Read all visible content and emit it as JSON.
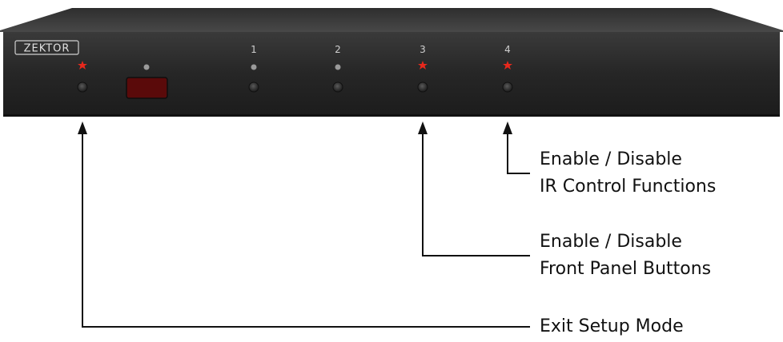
{
  "device": {
    "brand": "ZEKTOR",
    "input_numbers": [
      "1",
      "2",
      "3",
      "4"
    ],
    "led_states": {
      "exit_led": "lit",
      "display_led": "off",
      "input_1_led": "off",
      "input_2_led": "off",
      "input_3_led": "lit",
      "input_4_led": "lit"
    }
  },
  "callouts": {
    "ir_line1": "Enable / Disable",
    "ir_line2": "IR Control Functions",
    "buttons_line1": "Enable / Disable",
    "buttons_line2": "Front Panel Buttons",
    "exit": "Exit Setup Mode"
  },
  "colors": {
    "chassis_face": "#2a2a2a",
    "chassis_top": "#3c3c3c",
    "led_lit": "#e8281c",
    "led_off": "#9a9a9a",
    "display": "#5a0a0a",
    "arrow": "#111111"
  }
}
